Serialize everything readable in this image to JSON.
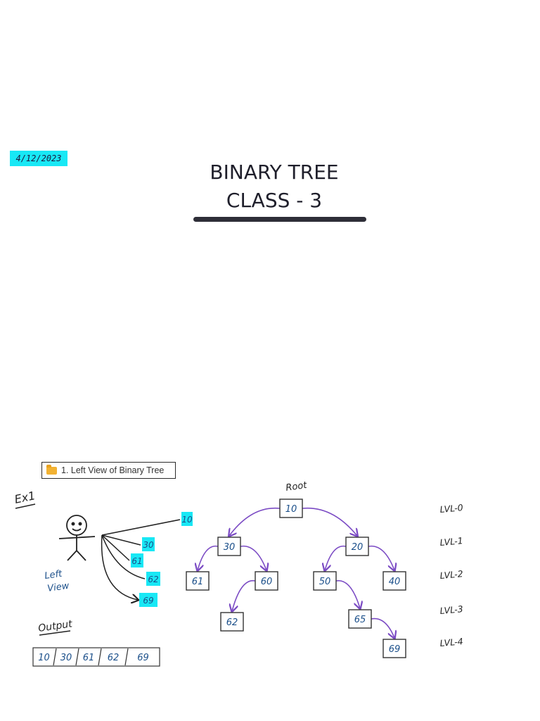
{
  "header": {
    "date": "4/12/2023",
    "title_line1": "BINARY TREE",
    "title_line2": "CLASS - 3"
  },
  "section": {
    "label": "1. Left View of Binary Tree",
    "icon": "folder-icon"
  },
  "example": {
    "label": "Ex1",
    "figure_caption_1": "Left",
    "figure_caption_2": "View",
    "left_view_values": [
      "10",
      "30",
      "61",
      "62",
      "69"
    ],
    "highlight_color": "#18e8f5"
  },
  "output": {
    "label": "Output",
    "values": [
      "10",
      "30",
      "61",
      "62",
      "69"
    ]
  },
  "tree": {
    "root_label": "Root",
    "nodes": [
      "10",
      "30",
      "20",
      "61",
      "60",
      "50",
      "40",
      "62",
      "65",
      "69"
    ],
    "levels": [
      "LVL-0",
      "LVL-1",
      "LVL-2",
      "LVL-3",
      "LVL-4"
    ],
    "edge_color": "#7b4bc4",
    "node_text_color": "#1b4f8a"
  }
}
